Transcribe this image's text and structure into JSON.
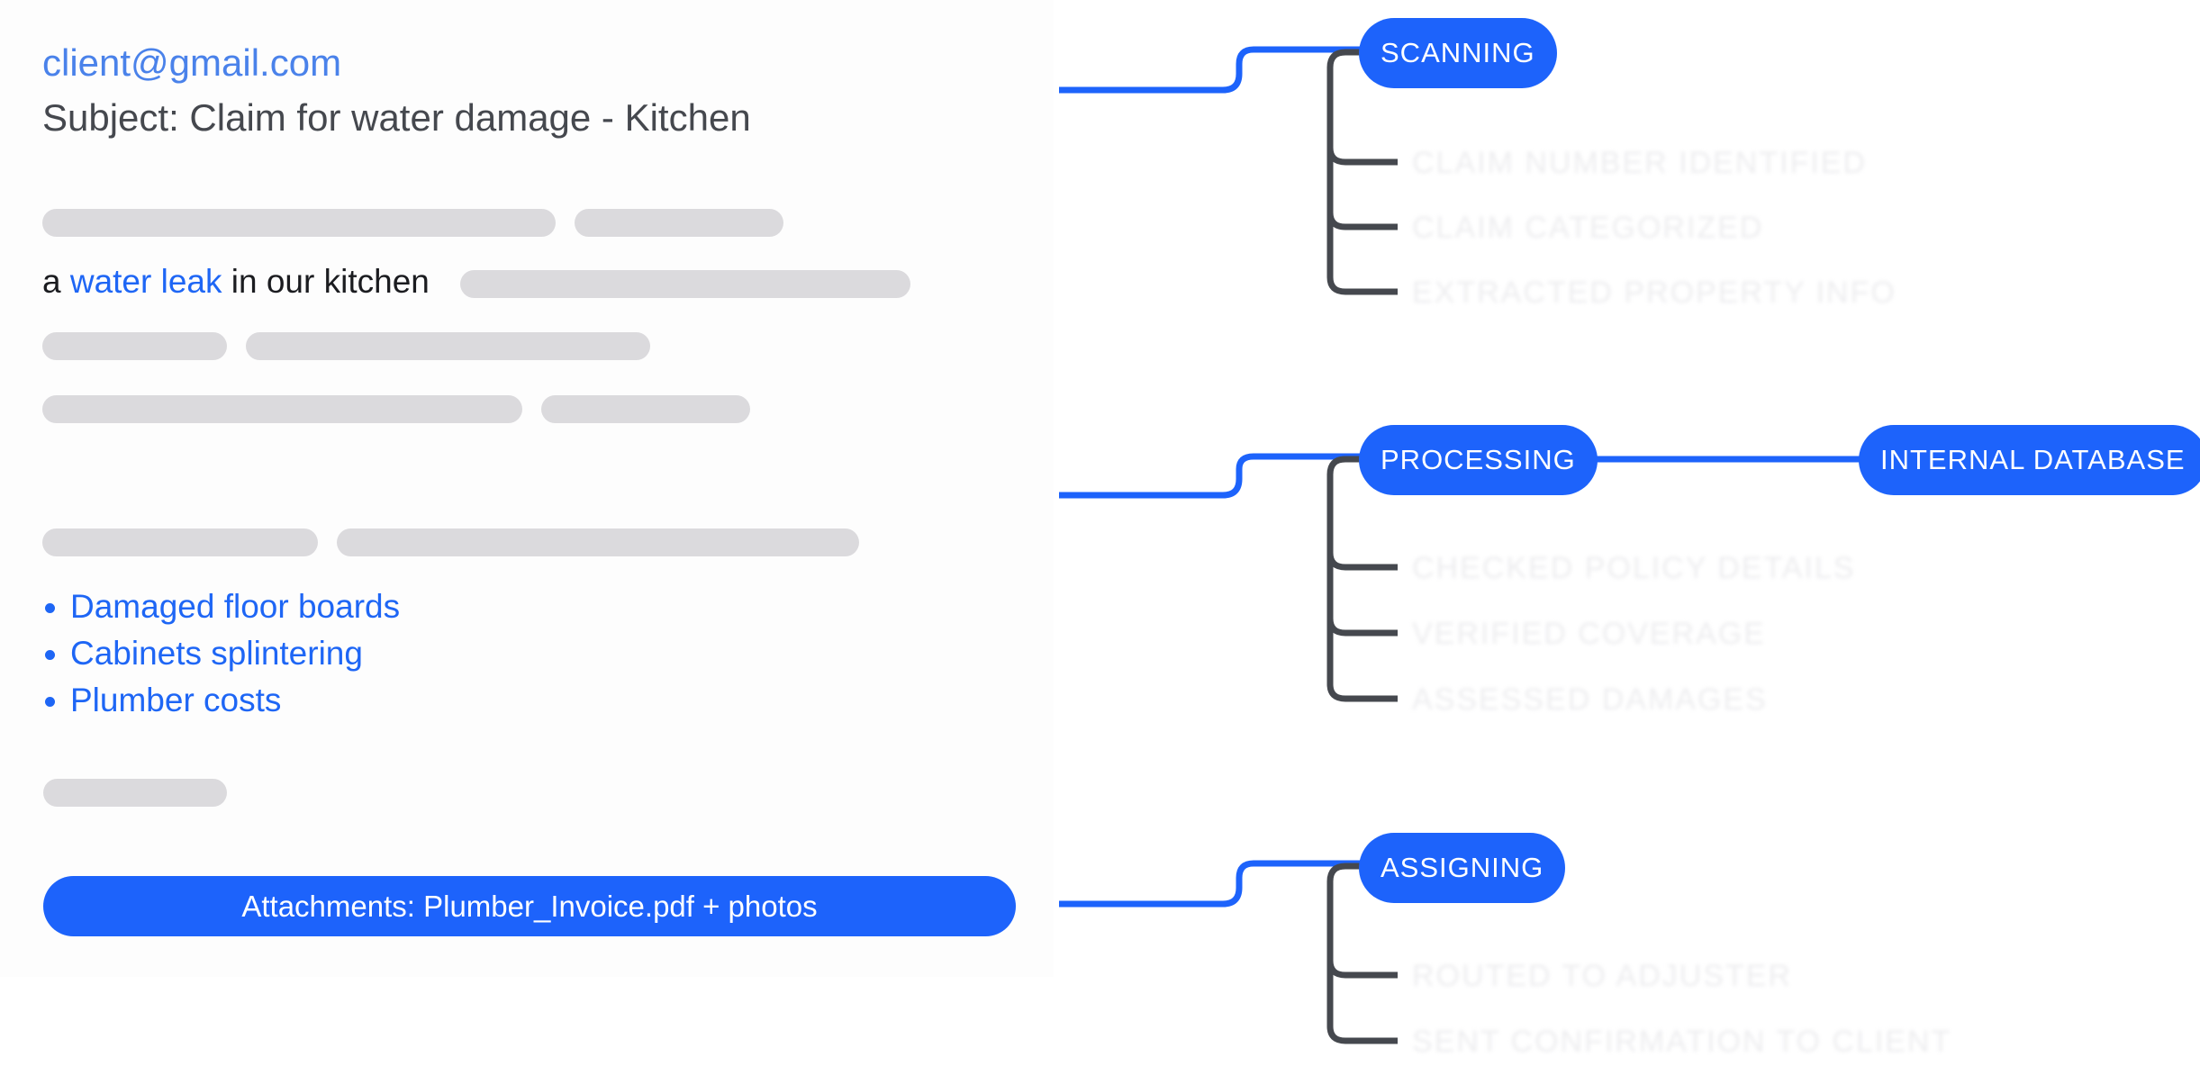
{
  "email": {
    "from": "client@gmail.com",
    "subject": "Subject: Claim for water damage - Kitchen",
    "sentence": {
      "prefix": "a ",
      "highlight": "water leak",
      "suffix": " in our kitchen"
    },
    "damages": [
      "Damaged floor boards",
      "Cabinets splintering",
      "Plumber costs"
    ],
    "attachments_label": "Attachments: Plumber_Invoice.pdf + photos"
  },
  "pipeline": {
    "stages": [
      {
        "label": "SCANNING",
        "substeps": [
          "CLAIM NUMBER IDENTIFIED",
          "CLAIM CATEGORIZED",
          "EXTRACTED PROPERTY INFO"
        ]
      },
      {
        "label": "PROCESSING",
        "link": "INTERNAL DATABASE",
        "substeps": [
          "CHECKED POLICY DETAILS",
          "VERIFIED COVERAGE",
          "ASSESSED DAMAGES"
        ]
      },
      {
        "label": "ASSIGNING",
        "substeps": [
          "ROUTED TO ADJUSTER",
          "SENT CONFIRMATION TO CLIENT"
        ]
      }
    ]
  },
  "colors": {
    "accent": "#1d63fb",
    "branch": "#45484e",
    "placeholder": "#dbdadd"
  }
}
